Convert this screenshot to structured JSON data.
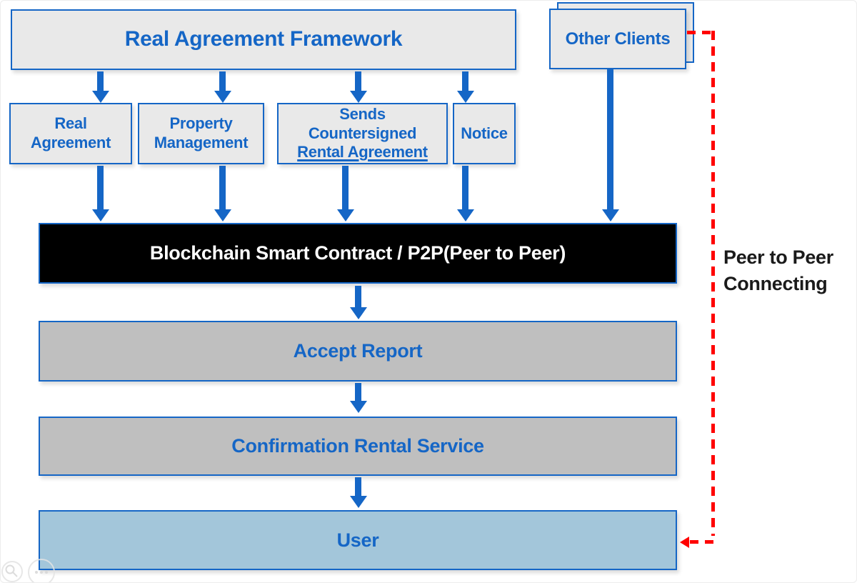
{
  "diagram": {
    "nodes": {
      "framework": {
        "label": "Real Agreement Framework"
      },
      "real_agreement": {
        "lines": [
          "Real",
          "Agreement"
        ]
      },
      "property_management": {
        "lines": [
          "Property",
          "Management"
        ]
      },
      "sends_countersigned": {
        "lines": [
          "Sends",
          "Countersigned",
          "Rental Agreement"
        ],
        "underlined_line": "Rental Agreement"
      },
      "notice": {
        "label": "Notice"
      },
      "other_clients": {
        "label": "Other Clients"
      },
      "blockchain": {
        "label": "Blockchain Smart Contract / P2P(Peer to Peer)"
      },
      "accept_report": {
        "label": "Accept Report"
      },
      "confirmation_rental_service": {
        "label": "Confirmation Rental Service"
      },
      "user": {
        "label": "User"
      }
    },
    "annotation": {
      "peer_to_peer": {
        "lines": [
          "Peer to Peer",
          "Connecting"
        ]
      }
    },
    "colors": {
      "accent_blue": "#1566C6",
      "connector_red": "#FF0000",
      "node_fill_light_gray": "#E9E9E9",
      "node_fill_mid_gray": "#BFBFBF",
      "node_fill_light_blue": "#A3C6DA",
      "node_fill_black": "#000000",
      "node_text_white": "#FFFFFF",
      "annotation_text_black": "#1A1A1A"
    },
    "icons": [
      "search-watermark-icon",
      "dots-watermark-icon"
    ]
  }
}
